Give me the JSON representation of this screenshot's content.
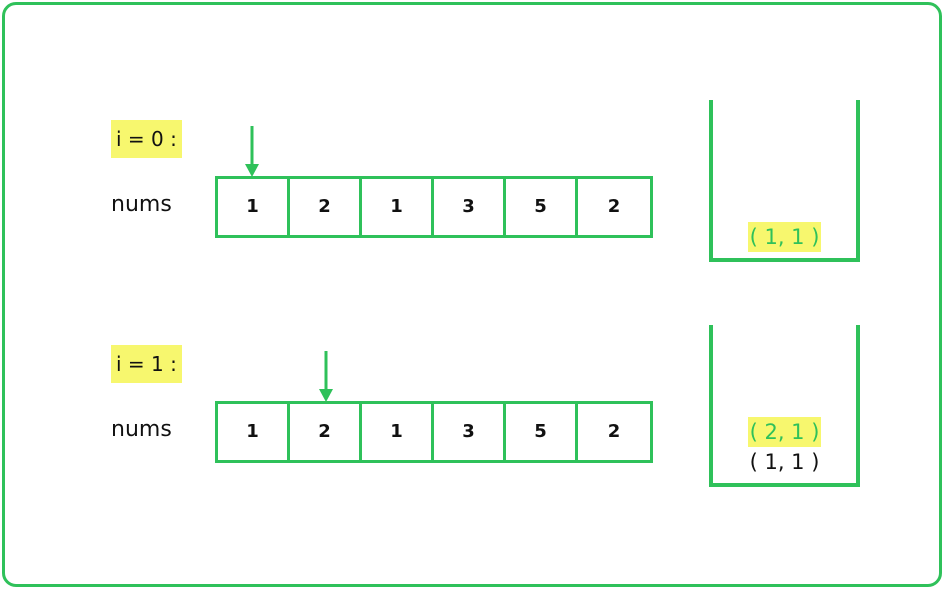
{
  "accent_color": "#2fc15a",
  "highlight_color": "#f7f76e",
  "steps": [
    {
      "label": "i = 0 :",
      "array_label": "nums",
      "array": [
        "1",
        "2",
        "1",
        "3",
        "5",
        "2"
      ],
      "pointer_index": 0,
      "stack_top": "( 1, 1 )",
      "stack_rest": ""
    },
    {
      "label": "i = 1 :",
      "array_label": "nums",
      "array": [
        "1",
        "2",
        "1",
        "3",
        "5",
        "2"
      ],
      "pointer_index": 1,
      "stack_top": "( 2, 1 )",
      "stack_rest": "( 1, 1 )"
    }
  ]
}
